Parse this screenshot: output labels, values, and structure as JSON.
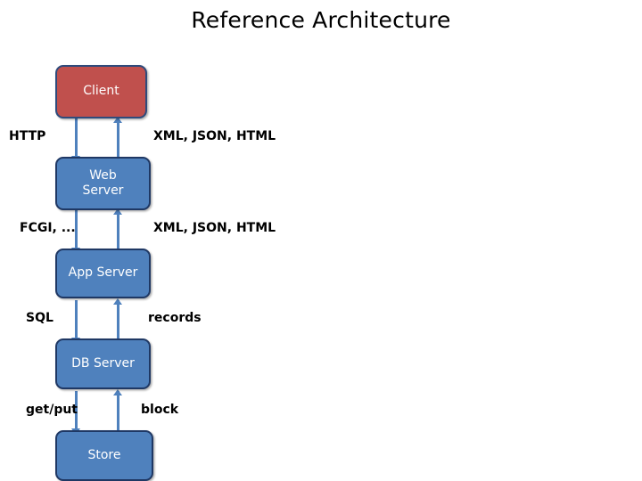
{
  "diagram": {
    "title": "Reference Architecture",
    "type": "layered-architecture-stack",
    "colors": {
      "client_fill": "#C0504D",
      "server_fill": "#4F81BD",
      "border": "#1F3864",
      "connector": "#4F81BD",
      "label_text": "#000000",
      "node_text": "#FFFFFF",
      "background": "#FFFFFF"
    },
    "nodes": [
      {
        "id": "client",
        "label": "Client",
        "fill": "red"
      },
      {
        "id": "web-server",
        "label": "Web\nServer",
        "line1": "Web",
        "line2": "Server",
        "fill": "blue"
      },
      {
        "id": "app-server",
        "label": "App Server",
        "fill": "blue"
      },
      {
        "id": "db-server",
        "label": "DB Server",
        "fill": "blue"
      },
      {
        "id": "store",
        "label": "Store",
        "fill": "blue"
      }
    ],
    "edges": [
      {
        "id": "client-web",
        "from": "client",
        "to": "web-server",
        "request_label": "HTTP",
        "response_label": "XML, JSON, HTML"
      },
      {
        "id": "web-app",
        "from": "web-server",
        "to": "app-server",
        "request_label": "FCGI, ...",
        "response_label": "XML, JSON, HTML"
      },
      {
        "id": "app-db",
        "from": "app-server",
        "to": "db-server",
        "request_label": "SQL",
        "response_label": "records"
      },
      {
        "id": "db-store",
        "from": "db-server",
        "to": "store",
        "request_label": "get/put",
        "response_label": "block"
      }
    ]
  }
}
